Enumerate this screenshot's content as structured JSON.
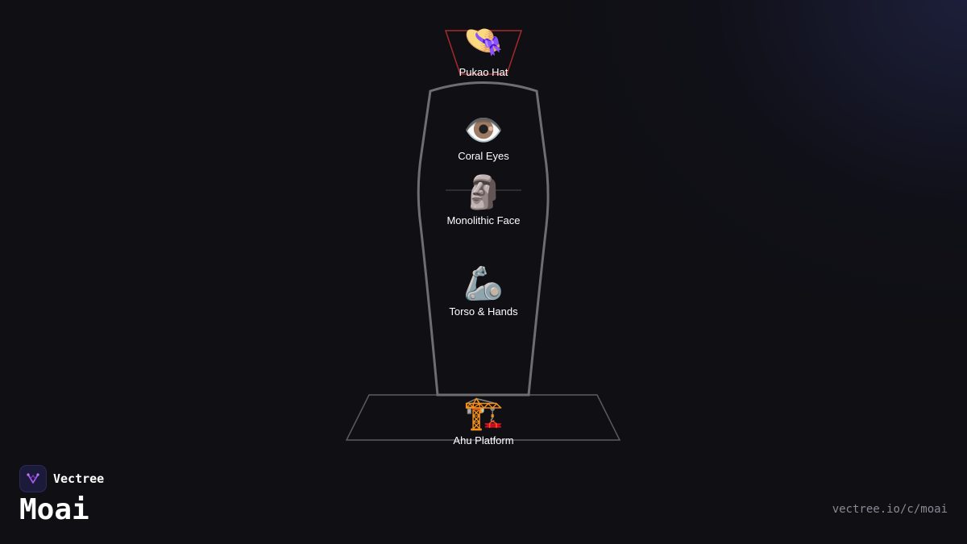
{
  "brand": {
    "name": "Vectree",
    "logo_icon": "branching-tree-icon",
    "accent_color": "#a259e6"
  },
  "title": "Moai",
  "source_url": "vectree.io/c/moai",
  "colors": {
    "statue_outline": "#6e6e72",
    "hat_outline": "#a52a2a",
    "platform_outline": "#5c5c60",
    "divider": "#4a4a50"
  },
  "parts": {
    "hat": {
      "label": "Pukao Hat",
      "icon": "👒",
      "icon_name": "hat-icon"
    },
    "eyes": {
      "label": "Coral Eyes",
      "icon": "👁️",
      "icon_name": "eye-icon"
    },
    "face": {
      "label": "Monolithic Face",
      "icon": "🗿",
      "icon_name": "moai-icon"
    },
    "torso": {
      "label": "Torso & Hands",
      "icon": "🦾",
      "icon_name": "mechanical-arm-icon"
    },
    "platform": {
      "label": "Ahu Platform",
      "icon": "🏗️",
      "icon_name": "construction-crane-icon"
    }
  }
}
